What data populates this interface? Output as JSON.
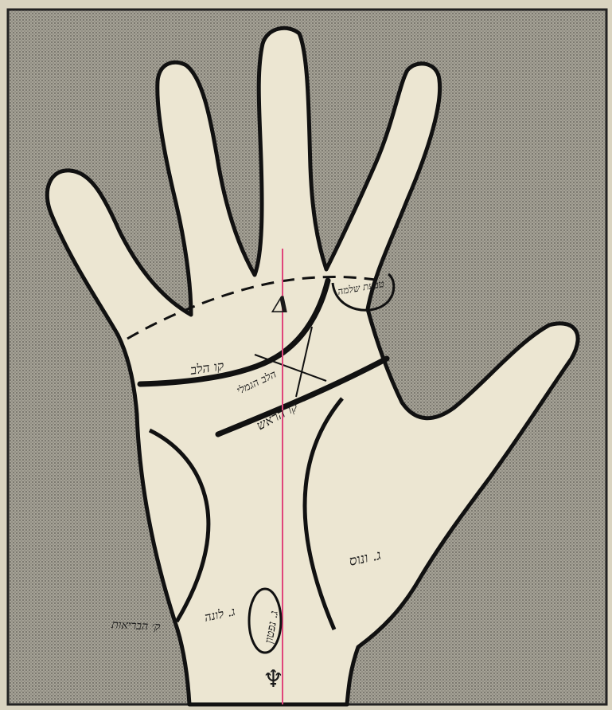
{
  "labels": {
    "heart_line": "קו הלב",
    "head_line": "קו הראש",
    "girdle": "הלב הגמלי",
    "ring_mark": "טבעת שלמה",
    "mount_venus": "ג. ונוס",
    "mount_luna": "ג. לונה",
    "mount_neptune": "ג. נפטון",
    "health_line": "ק׳ הבריאות",
    "triangle_mark": "Δ",
    "neptune_symbol": "♆"
  },
  "colors": {
    "background_halftone": "#8f8c82",
    "paper": "#ece6d2",
    "ink": "#111111",
    "axis_line": "#e0457b"
  }
}
